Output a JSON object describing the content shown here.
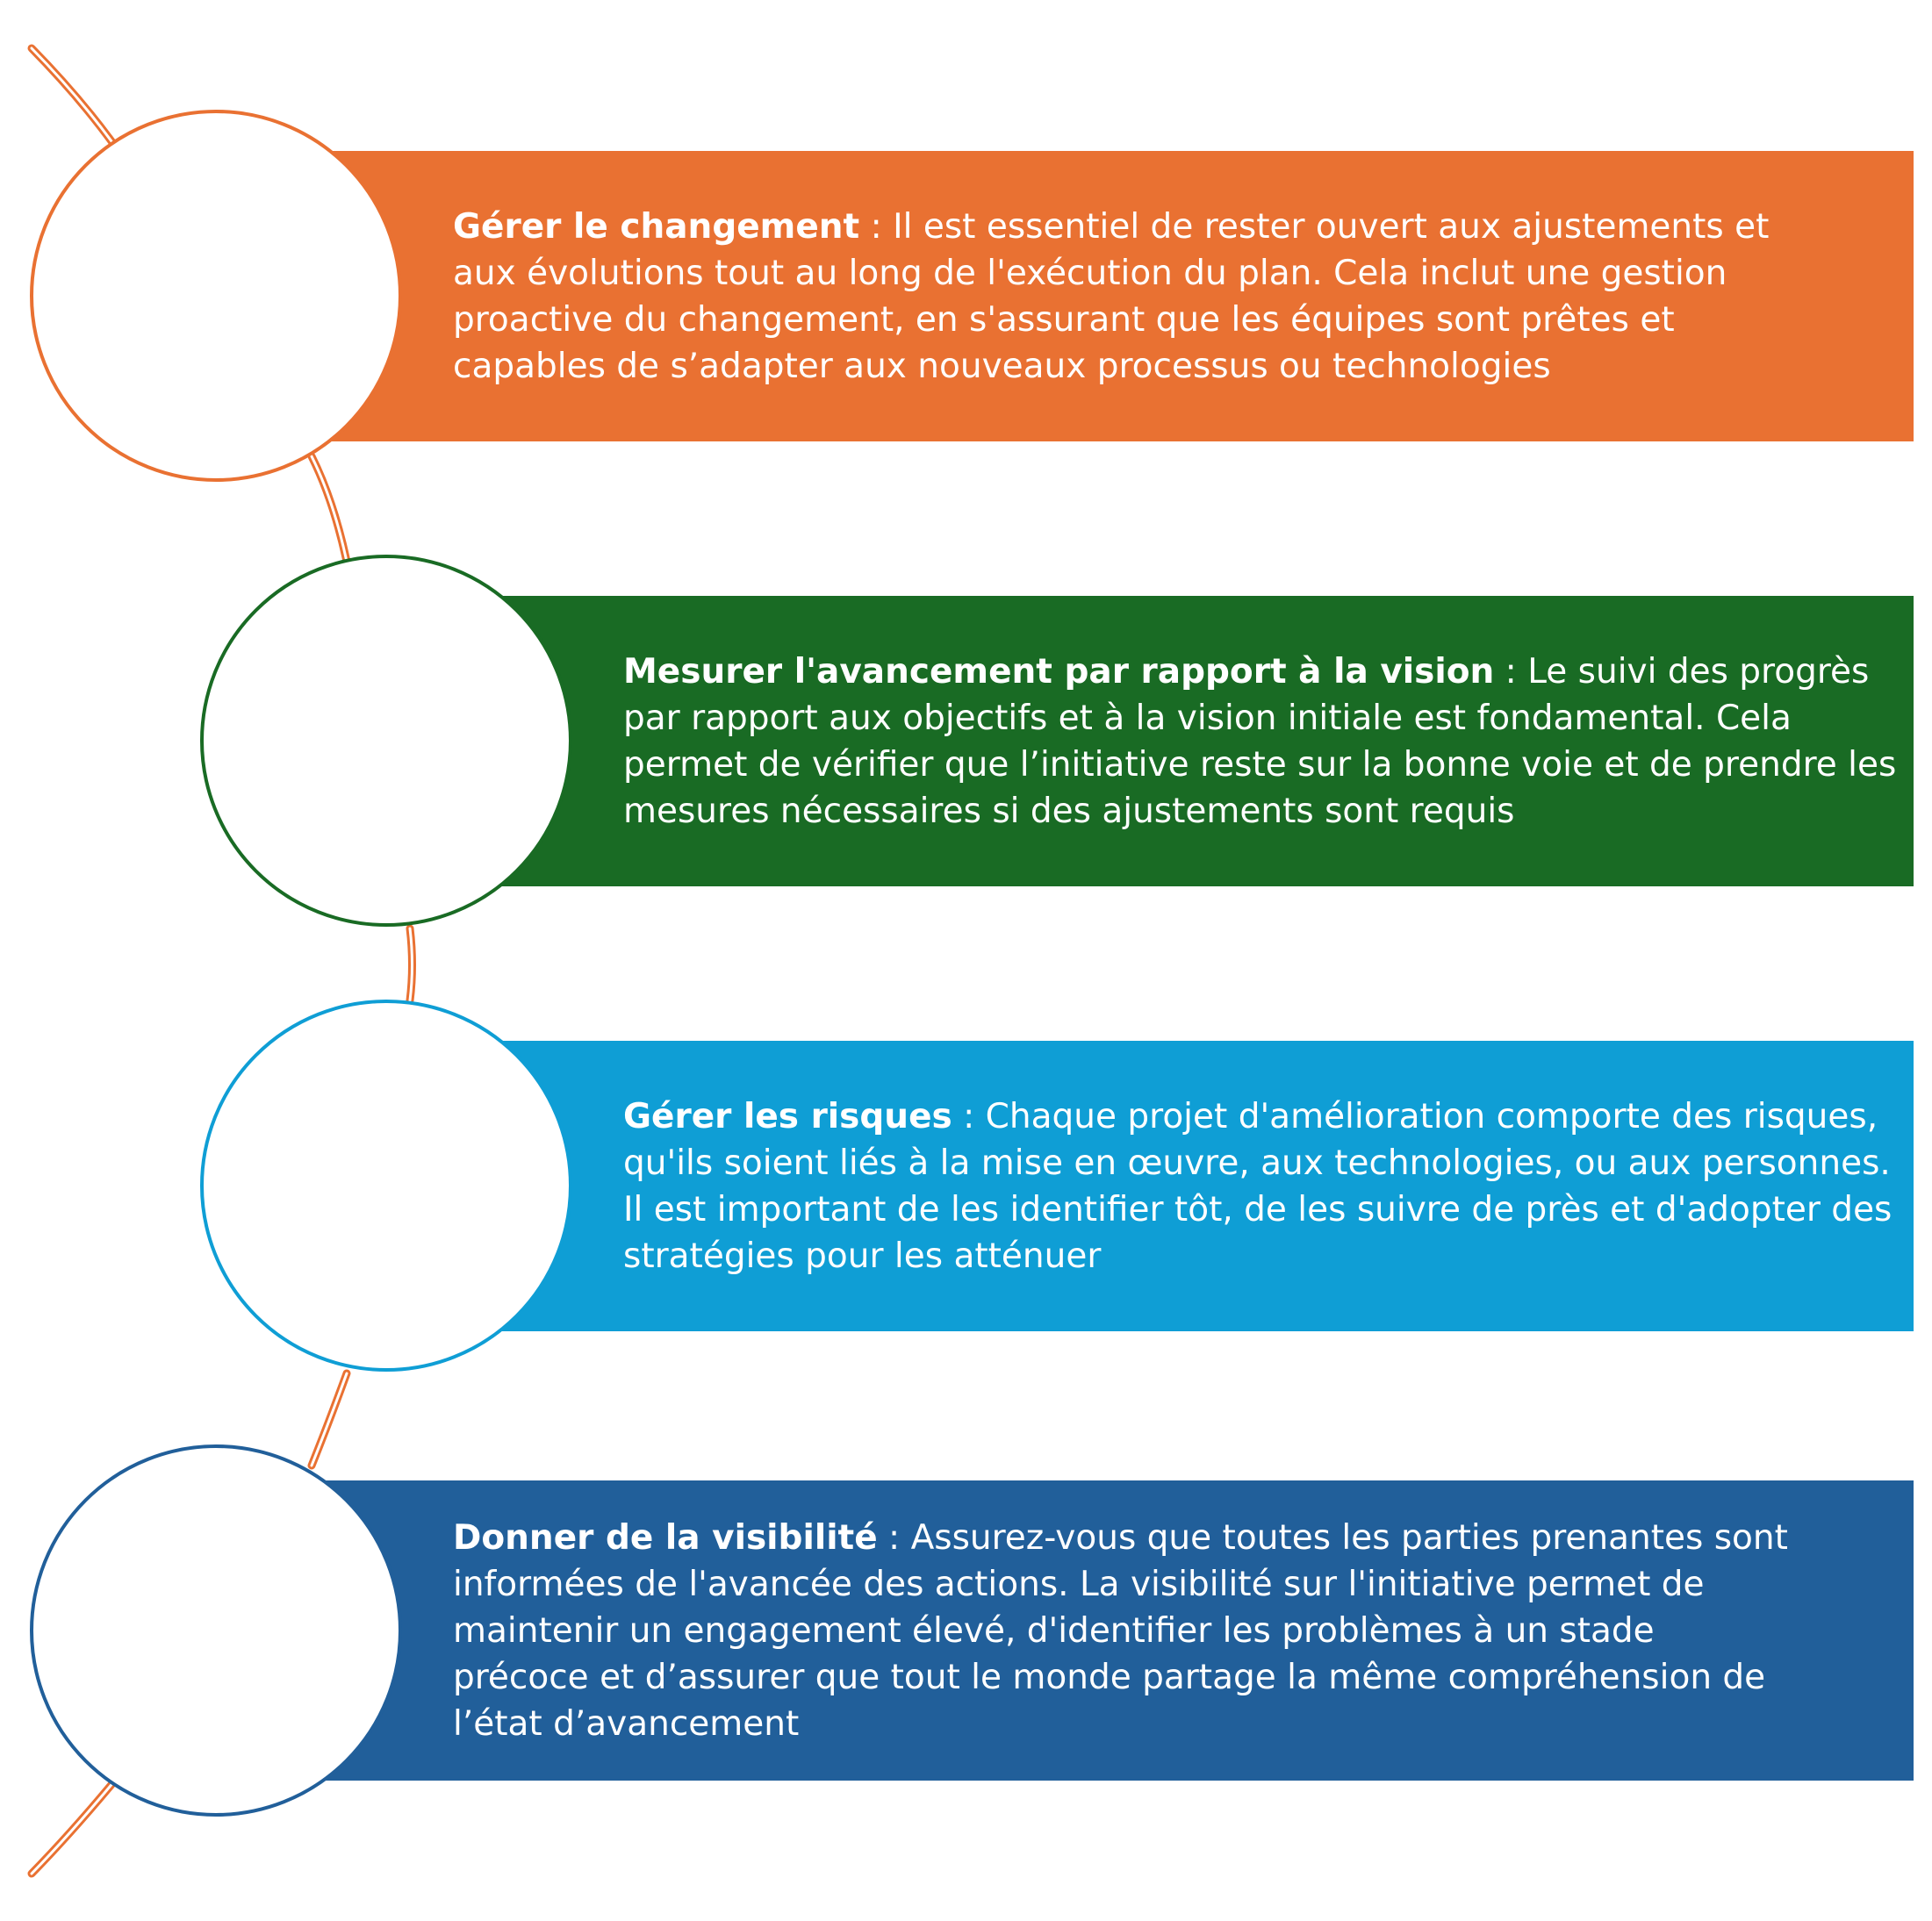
{
  "colors": {
    "orange": "#E97132",
    "green": "#196B24",
    "cyan": "#0F9ED5",
    "blue": "#215F9A",
    "connector": "#E97132"
  },
  "items": [
    {
      "title": "Gérer le changement",
      "separator": " : ",
      "body": "Il est essentiel de rester ouvert aux ajustements et aux évolutions tout au long de l'exécution du plan. Cela inclut une gestion proactive du changement, en s'assurant que les équipes sont prêtes et capables de s’adapter aux nouveaux processus ou technologies",
      "color": "#E97132"
    },
    {
      "title": "Mesurer l'avancement par rapport à la vision",
      "separator": " : ",
      "body": "Le suivi des progrès par rapport aux objectifs et à la vision initiale est fondamental. Cela permet de vérifier que l’initiative reste sur la bonne voie et de prendre les mesures nécessaires si des ajustements sont requis",
      "color": "#196B24"
    },
    {
      "title": "Gérer les risques",
      "separator": " : ",
      "body": "Chaque projet d'amélioration comporte des risques, qu'ils soient liés à la mise en œuvre, aux technologies, ou aux personnes. Il est important de les identifier tôt, de les suivre de près et d'adopter des stratégies pour les atténuer",
      "color": "#0F9ED5"
    },
    {
      "title": "Donner de la visibilité",
      "separator": " : ",
      "body": "Assurez-vous que toutes les parties prenantes sont informées de l'avancée des actions. La visibilité sur l'initiative permet de maintenir un engagement élevé, d'identifier les problèmes à un stade précoce et d’assurer que tout le monde partage la même compréhension de l’état d’avancement",
      "color": "#215F9A"
    }
  ]
}
